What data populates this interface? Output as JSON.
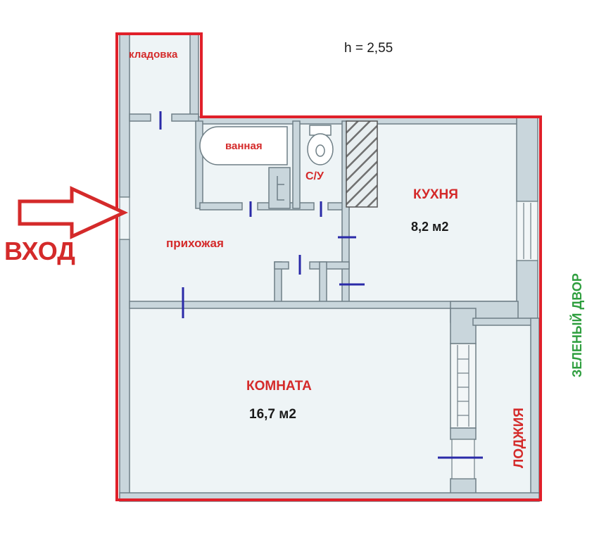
{
  "ceiling_height": "h = 2,55",
  "entrance_label": "ВХОД",
  "rooms": {
    "storage": "кладовка",
    "bathroom": "ванная",
    "toilet": "С/У",
    "kitchen": "КУХНЯ",
    "kitchen_area": "8,2 м2",
    "hallway": "прихожая",
    "living_room": "КОМНАТА",
    "living_room_area": "16,7 м2",
    "loggia": "ЛОДЖИЯ"
  },
  "outside_label": "ЗЕЛЕНЫЙ ДВОР",
  "colors": {
    "outline": "#e0202a",
    "wall_fill": "#c9d6dc",
    "floor": "#eef4f6",
    "door_marker": "#2a2aa8",
    "room_label": "#d42a2a",
    "outside_label": "#2e9e3e"
  }
}
